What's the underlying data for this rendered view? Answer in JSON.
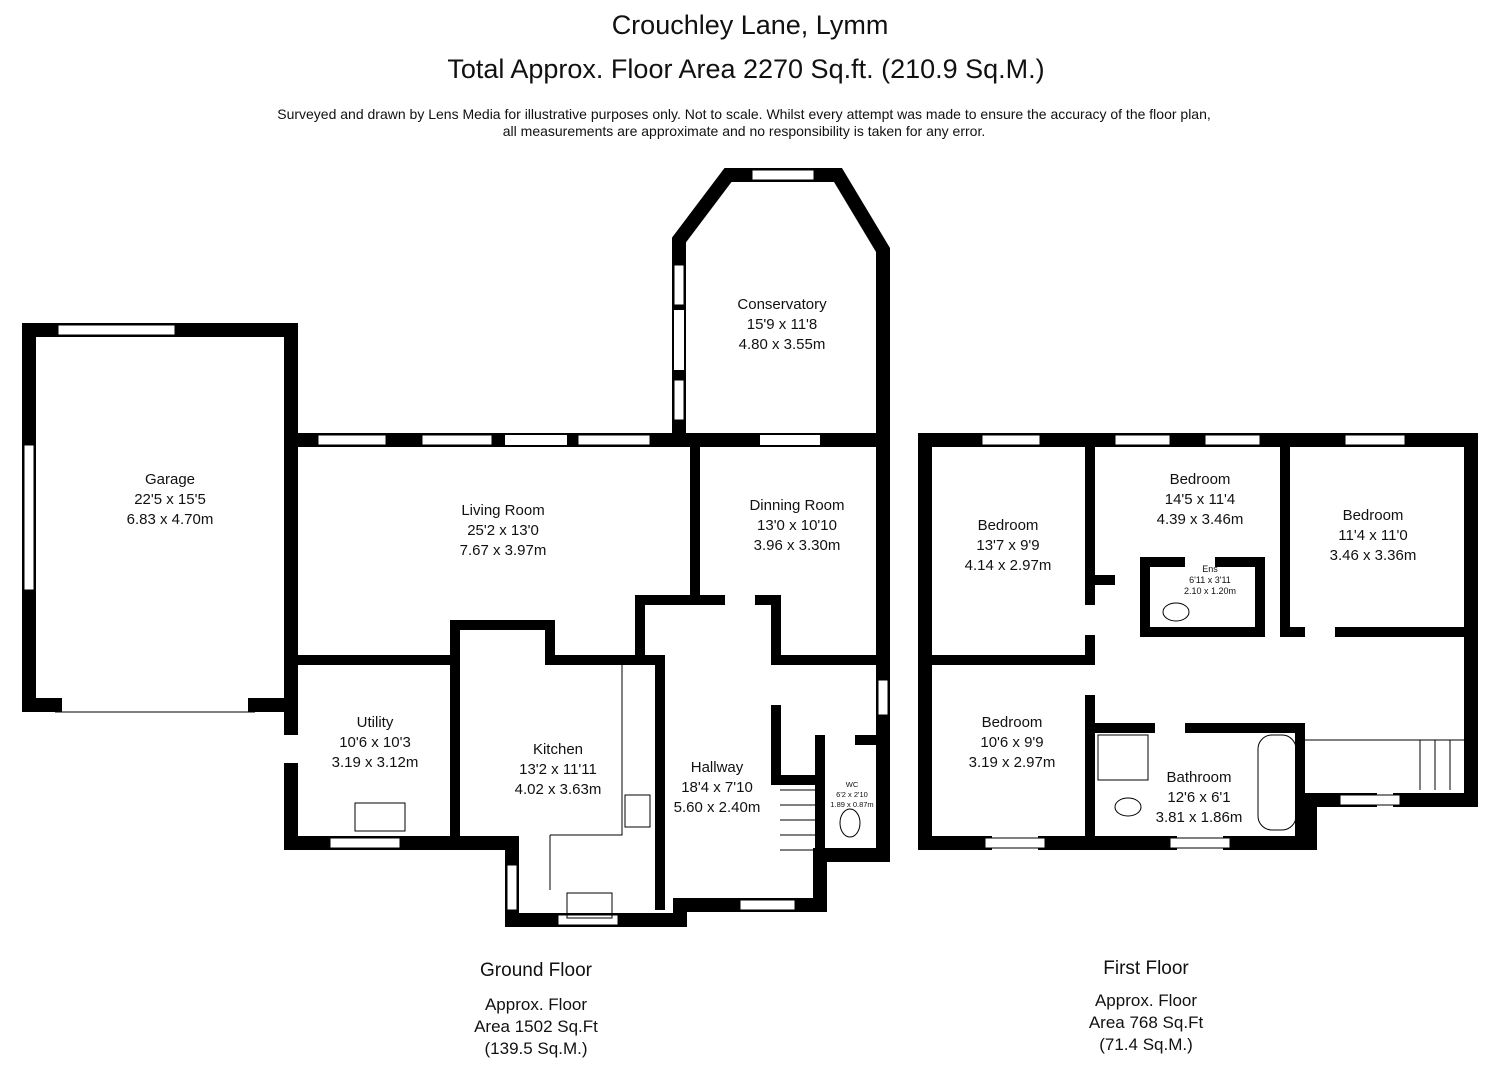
{
  "header": {
    "title": "Crouchley Lane, Lymm",
    "total_area": "Total Approx. Floor Area 2270 Sq.ft. (210.9 Sq.M.)",
    "disclaimer_line1": "Surveyed and drawn by Lens Media for illustrative purposes only. Not to scale. Whilst every attempt was made to ensure the accuracy of the floor plan,",
    "disclaimer_line2": "all measurements are approximate and no responsibility is taken for any error."
  },
  "ground_floor": {
    "label": "Ground Floor",
    "area_line1": "Approx. Floor",
    "area_line2": "Area 1502 Sq.Ft",
    "area_line3": "(139.5 Sq.M.)",
    "rooms": [
      {
        "name": "Garage",
        "imperial": "22'5 x 15'5",
        "metric": "6.83 x 4.70m"
      },
      {
        "name": "Living Room",
        "imperial": "25'2 x 13'0",
        "metric": "7.67 x 3.97m"
      },
      {
        "name": "Conservatory",
        "imperial": "15'9 x 11'8",
        "metric": "4.80 x 3.55m"
      },
      {
        "name": "Dinning Room",
        "imperial": "13'0 x 10'10",
        "metric": "3.96 x 3.30m"
      },
      {
        "name": "Utility",
        "imperial": "10'6 x 10'3",
        "metric": "3.19 x 3.12m"
      },
      {
        "name": "Kitchen",
        "imperial": "13'2 x 11'11",
        "metric": "4.02 x 3.63m"
      },
      {
        "name": "Hallway",
        "imperial": "18'4 x 7'10",
        "metric": "5.60 x 2.40m"
      },
      {
        "name": "WC",
        "imperial": "6'2 x 2'10",
        "metric": "1.89 x 0.87m"
      }
    ]
  },
  "first_floor": {
    "label": "First Floor",
    "area_line1": "Approx. Floor",
    "area_line2": "Area 768 Sq.Ft",
    "area_line3": "(71.4 Sq.M.)",
    "rooms": [
      {
        "name": "Bedroom",
        "imperial": "13'7 x 9'9",
        "metric": "4.14 x 2.97m"
      },
      {
        "name": "Bedroom",
        "imperial": "14'5 x 11'4",
        "metric": "4.39 x 3.46m"
      },
      {
        "name": "Bedroom",
        "imperial": "11'4 x 11'0",
        "metric": "3.46 x 3.36m"
      },
      {
        "name": "Ens",
        "imperial": "6'11 x 3'11",
        "metric": "2.10 x 1.20m"
      },
      {
        "name": "Bedroom",
        "imperial": "10'6 x 9'9",
        "metric": "3.19 x 2.97m"
      },
      {
        "name": "Bathroom",
        "imperial": "12'6 x 6'1",
        "metric": "3.81 x 1.86m"
      }
    ]
  }
}
